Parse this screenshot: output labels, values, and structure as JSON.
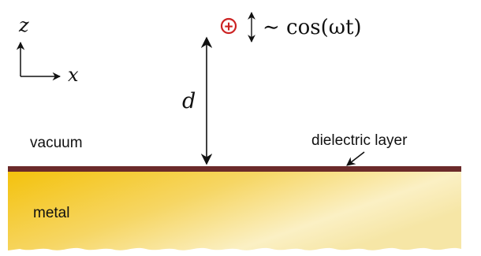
{
  "axes": {
    "z_label": "z",
    "x_label": "x"
  },
  "charge": {
    "symbol": "+",
    "oscillation": "∼ cos(ωt)"
  },
  "distance_label": "d",
  "regions": {
    "vacuum": "vacuum",
    "metal": "metal",
    "dielectric": "dielectric layer"
  },
  "colors": {
    "charge": "#cc2222",
    "dielectric": "#6b2a2a",
    "metal_light": "#fbf2c8",
    "metal_dark": "#f2c00e",
    "ink": "#111111"
  }
}
